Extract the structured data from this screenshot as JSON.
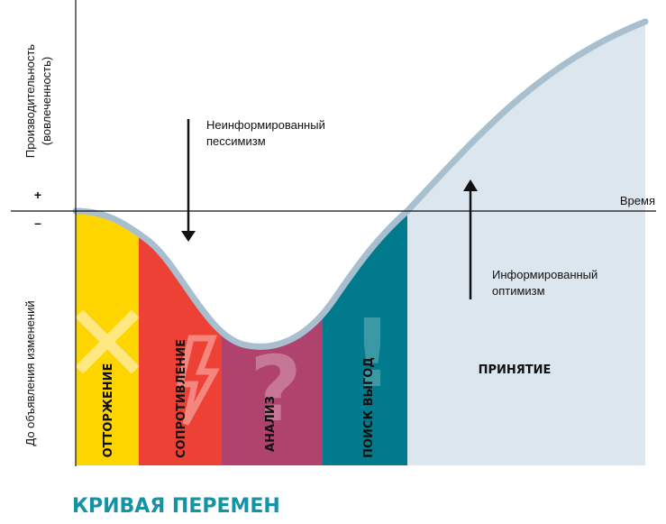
{
  "title": "КРИВАЯ ПЕРЕМЕН",
  "y_axis": {
    "label_line1": "Производительность",
    "label_line2": "(вовлеченность)",
    "label_lower": "До объявления изменений",
    "plus_sign": "+",
    "minus_sign": "–"
  },
  "x_axis": {
    "label": "Время"
  },
  "annotations": {
    "uninformed_line1": "Неинформированный",
    "uninformed_line2": "пессимизм",
    "informed_line1": "Информированный",
    "informed_line2": "оптимизм"
  },
  "stages": [
    {
      "label": "ОТТОРЖЕНИЕ",
      "symbol": "cross-icon",
      "color": "#FFD500"
    },
    {
      "label": "СОПРОТИВЛЕНИЕ",
      "symbol": "lightning-icon",
      "color": "#EE4136"
    },
    {
      "label": "АНАЛИЗ",
      "symbol": "question-icon",
      "color": "#B0436E"
    },
    {
      "label": "ПОИСК ВЫГОД",
      "symbol": "exclamation-icon",
      "color": "#007A8C"
    },
    {
      "label": "ПРИНЯТИЕ",
      "symbol": "",
      "color": "#DCE6EE"
    }
  ],
  "colors": {
    "title": "#1492A6",
    "curve": "#A8BFD0",
    "axis": "#111111"
  }
}
